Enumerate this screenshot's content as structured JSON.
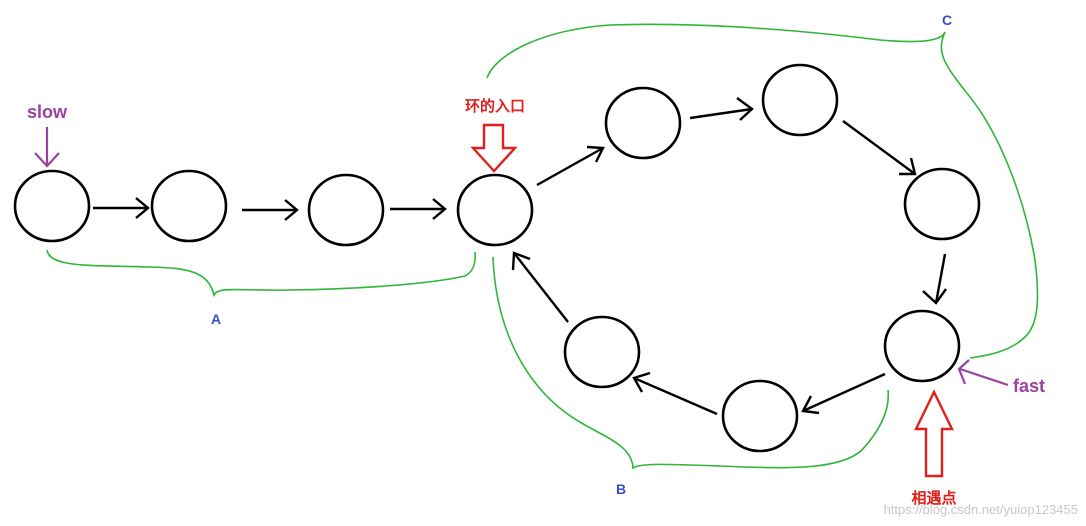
{
  "labels": {
    "slow": "slow",
    "fast": "fast",
    "segment_a": "A",
    "segment_b": "B",
    "segment_c": "C",
    "ring_entrance": "环的入口",
    "meeting_point": "相遇点"
  },
  "watermark": "https://blog.csdn.net/yuiop123455",
  "colors": {
    "node_stroke": "#000000",
    "arrow": "#000000",
    "brace": "#2fb53a",
    "pointer": "#9b3fa2",
    "segment_label": "#3a4fc2",
    "callout": "#e0201b"
  }
}
